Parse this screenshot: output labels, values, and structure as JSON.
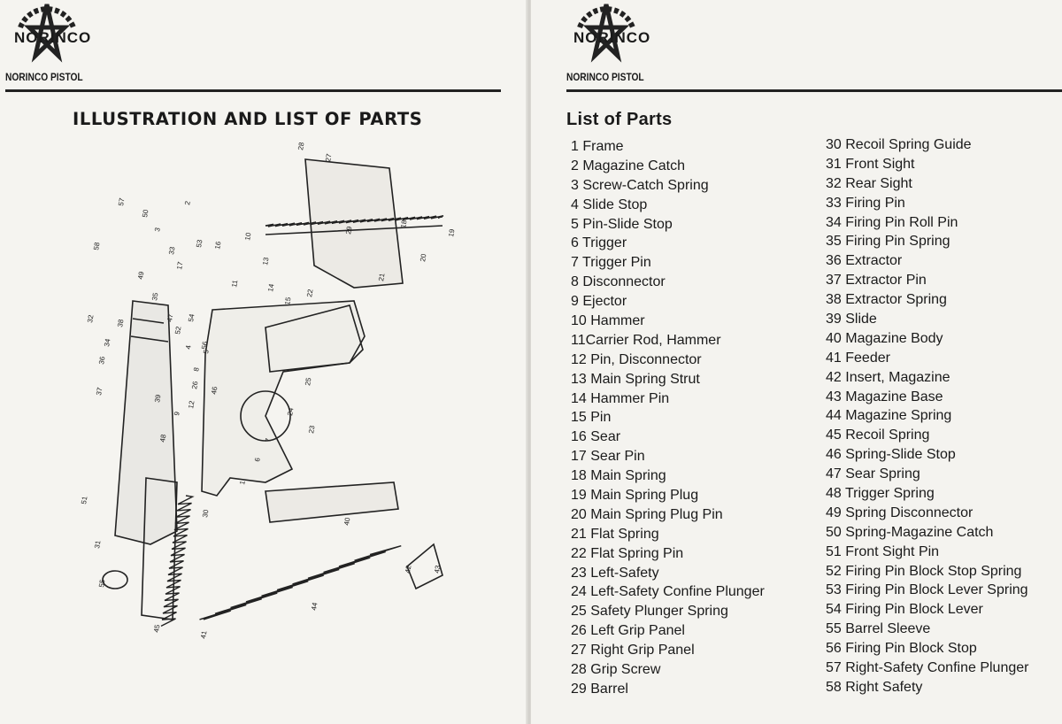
{
  "left_page": {
    "logo_text": "NORINCO",
    "brand": "NORINCO PISTOL",
    "title": "ILLUSTRATION AND LIST OF PARTS",
    "callouts": [
      "1",
      "2",
      "3",
      "4",
      "5",
      "6",
      "7",
      "8",
      "9",
      "10",
      "11",
      "12",
      "13",
      "14",
      "15",
      "16",
      "17",
      "18",
      "19",
      "20",
      "21",
      "22",
      "23",
      "24",
      "25",
      "26",
      "27",
      "28",
      "29",
      "30",
      "31",
      "32",
      "33",
      "34",
      "35",
      "36",
      "37",
      "38",
      "39",
      "40",
      "41",
      "42",
      "43",
      "44",
      "45",
      "46",
      "47",
      "48",
      "49",
      "50",
      "51",
      "52",
      "53",
      "54",
      "55",
      "56",
      "57",
      "58"
    ]
  },
  "right_page": {
    "logo_text": "NORINCO",
    "brand": "NORINCO PISTOL",
    "title": "List of Parts",
    "parts_col1": [
      "1 Frame",
      "2 Magazine Catch",
      "3 Screw-Catch Spring",
      "4 Slide Stop",
      "5 Pin-Slide Stop",
      "6 Trigger",
      "7 Trigger Pin",
      "8 Disconnector",
      "9 Ejector",
      "10 Hammer",
      "11Carrier Rod, Hammer",
      "12 Pin, Disconnector",
      "13 Main Spring Strut",
      "14 Hammer Pin",
      "15 Pin",
      "16 Sear",
      "17 Sear Pin",
      "18 Main Spring",
      "19 Main Spring Plug",
      "20 Main Spring Plug Pin",
      "21 Flat Spring",
      "22 Flat Spring Pin",
      "23 Left-Safety",
      "24 Left-Safety Confine Plunger",
      "25 Safety Plunger Spring",
      "26 Left Grip Panel",
      "27 Right Grip Panel",
      "28 Grip Screw",
      "29 Barrel"
    ],
    "parts_col2": [
      "30 Recoil Spring Guide",
      "31 Front Sight",
      "32 Rear Sight",
      "33 Firing Pin",
      "34 Firing Pin Roll Pin",
      "35 Firing Pin Spring",
      "36 Extractor",
      "37 Extractor Pin",
      "38 Extractor Spring",
      "39 Slide",
      "40 Magazine Body",
      "41 Feeder",
      "42 Insert, Magazine",
      "43 Magazine Base",
      "44 Magazine Spring",
      "45 Recoil Spring",
      "46 Spring-Slide Stop",
      "47 Sear Spring",
      "48 Trigger Spring",
      "49 Spring Disconnector",
      "50 Spring-Magazine Catch",
      "51 Front Sight Pin",
      "52 Firing Pin Block Stop Spring",
      "53 Firing Pin Block Lever Spring",
      "54 Firing Pin Block Lever",
      "55 Barrel Sleeve",
      "56 Firing Pin Block Stop",
      "57 Right-Safety Confine Plunger",
      "58 Right Safety"
    ]
  }
}
